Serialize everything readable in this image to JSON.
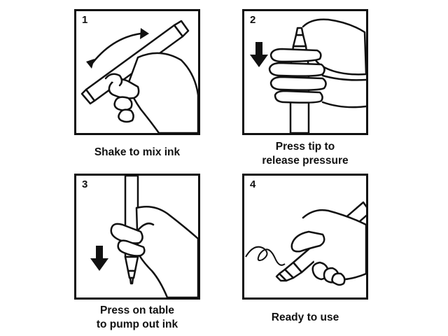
{
  "steps": [
    {
      "number": "1",
      "caption": [
        "Shake to mix ink"
      ]
    },
    {
      "number": "2",
      "caption": [
        "Press tip to",
        "release pressure"
      ]
    },
    {
      "number": "3",
      "caption": [
        "Press on table",
        "to pump out ink"
      ]
    },
    {
      "number": "4",
      "caption": [
        "Ready to use"
      ]
    }
  ],
  "colors": {
    "line": "#111111",
    "background": "#ffffff"
  },
  "icons": [
    "shake-arrow-icon",
    "down-arrow-icon",
    "hand-pen-illustration",
    "scribble-line-icon"
  ]
}
